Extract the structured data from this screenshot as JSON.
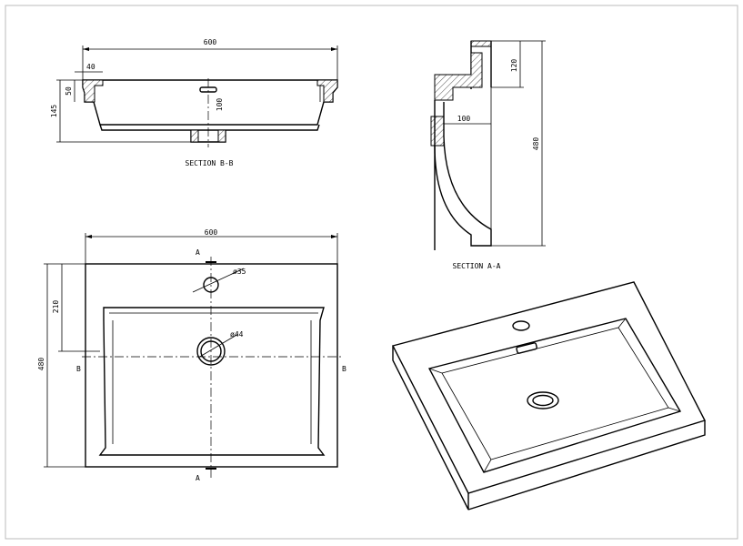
{
  "drawing": {
    "section_bb": {
      "label": "SECTION B-B",
      "dims": {
        "width": "600",
        "rim_width": "40",
        "rim_depth": "50",
        "total_depth": "145",
        "overflow_depth": "100"
      }
    },
    "section_aa": {
      "label": "SECTION A-A",
      "dims": {
        "length": "480",
        "top_height": "120",
        "overflow_offset": "100"
      }
    },
    "plan_view": {
      "dims": {
        "width": "600",
        "length": "480",
        "tap_offset": "210",
        "tap_hole": "ø35",
        "drain_hole": "ø44"
      },
      "markers": {
        "a_top": "A",
        "a_bottom": "A",
        "b_left": "B",
        "b_right": "B"
      }
    }
  }
}
